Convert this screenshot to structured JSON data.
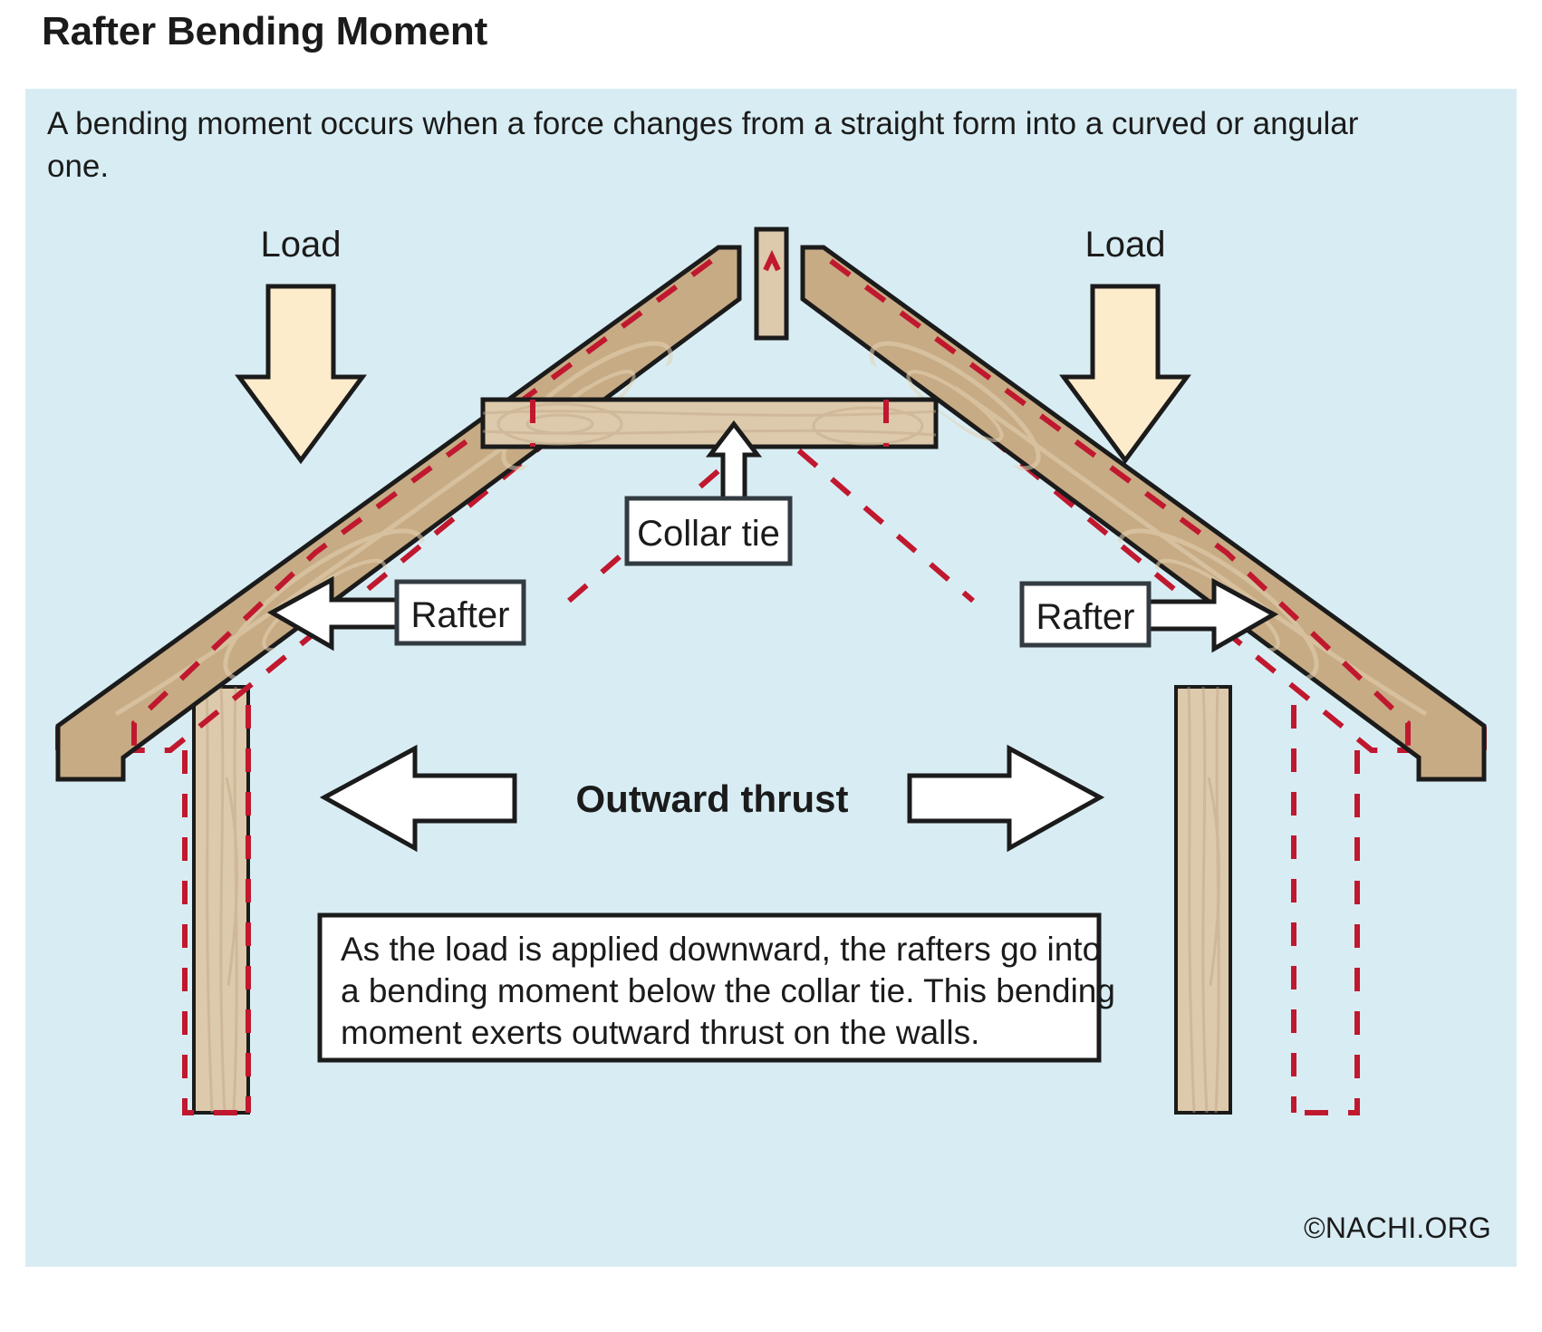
{
  "title": "Rafter Bending Moment",
  "intro": "A bending moment occurs when a force changes from a straight form into a curved or angular one.",
  "credit": "©NACHI.ORG",
  "labels": {
    "load_left": "Load",
    "load_right": "Load",
    "collar_tie": "Collar tie",
    "rafter_left": "Rafter",
    "rafter_right": "Rafter",
    "outward_thrust": "Outward thrust"
  },
  "callout": {
    "line1": "As the load is applied downward, the rafters go into",
    "line2": "a bending moment below the collar tie. This bending",
    "line3": "moment exerts outward thrust on the walls."
  },
  "colors": {
    "panel_background": "#d8edf3",
    "rafter_wood": "#c7ab84",
    "light_wood": "#ddc9ab",
    "outline": "#1b1b1b",
    "load_arrow_fill": "#fdeccb",
    "thrust_arrow_fill": "#ffffff",
    "deflection_line": "#c0182f",
    "text": "#1b1b1b",
    "box_fill": "#ffffff"
  },
  "diagram": {
    "type": "structural-section",
    "components": [
      "ridge-board",
      "left-rafter",
      "right-rafter",
      "collar-tie",
      "left-wall-post",
      "right-wall-post"
    ],
    "deflected_shape": "red-dashed",
    "load_direction": "downward",
    "thrust_direction": "outward-horizontal"
  }
}
